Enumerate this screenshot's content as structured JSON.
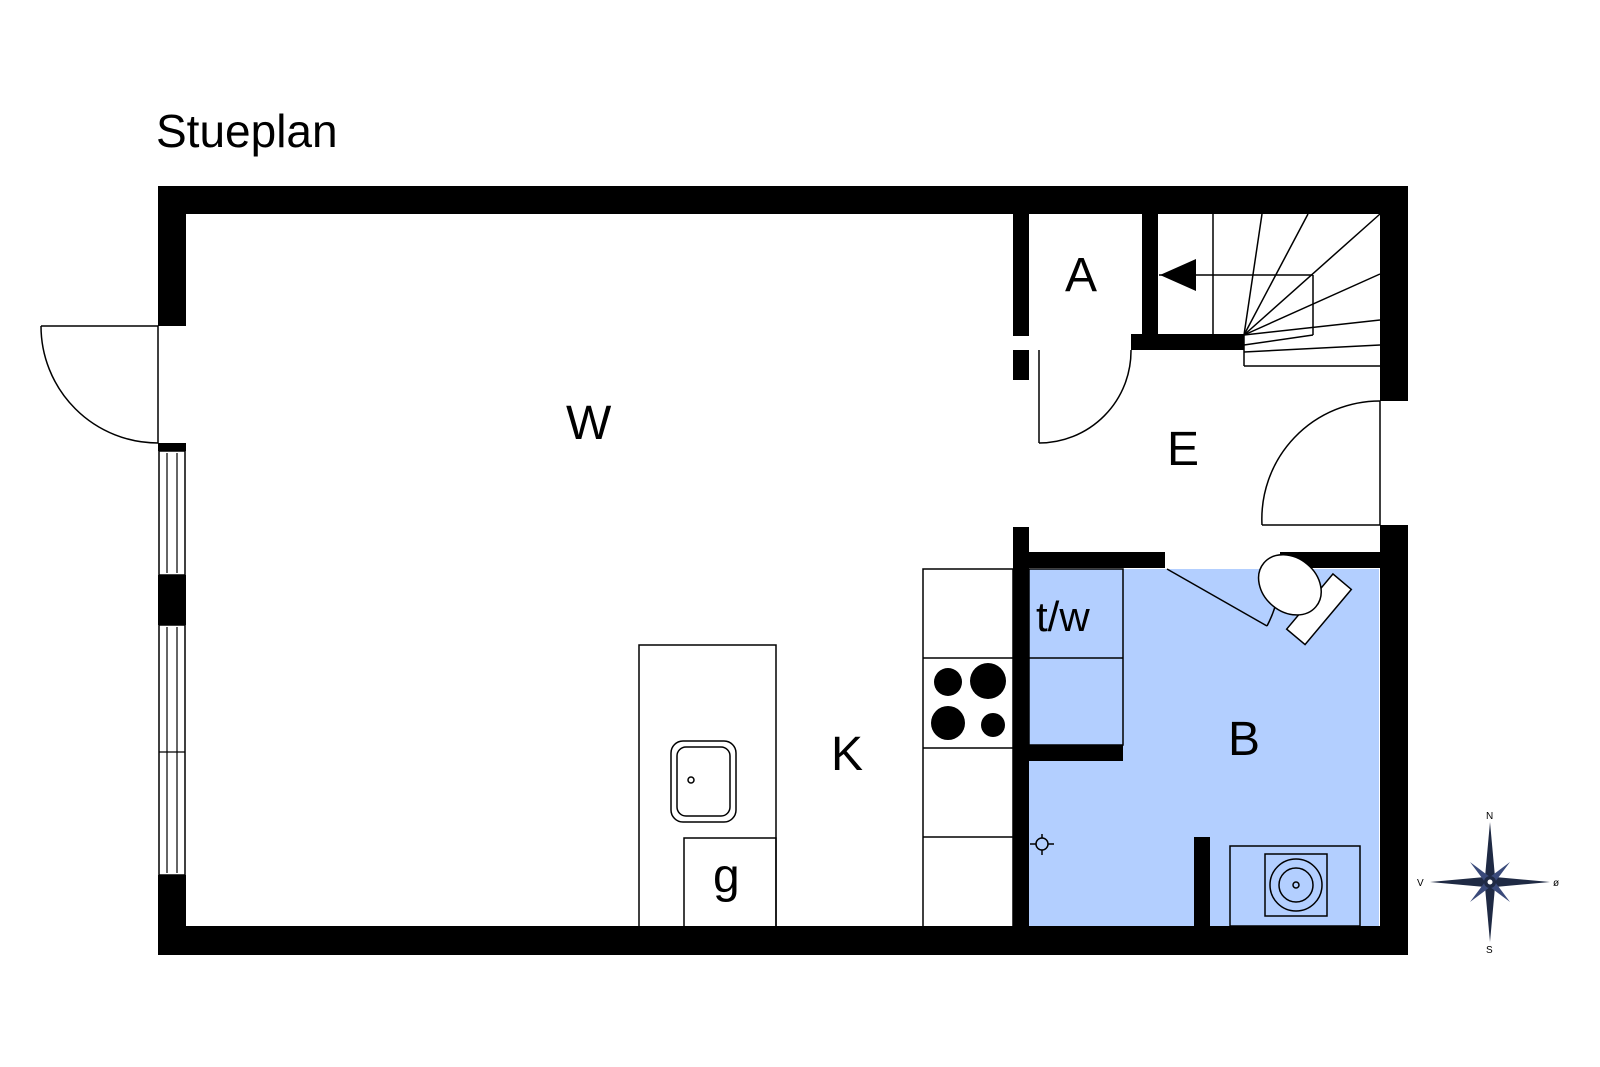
{
  "title": "Stueplan",
  "rooms": {
    "W": "W",
    "A": "A",
    "E": "E",
    "K": "K",
    "tw": "t/w",
    "B": "B",
    "g": "g"
  },
  "compass": {
    "N": "N",
    "S": "S",
    "V": "V",
    "O": "ø"
  },
  "colors": {
    "bathroom_fill": "#b3cfff",
    "wall": "#000000"
  }
}
